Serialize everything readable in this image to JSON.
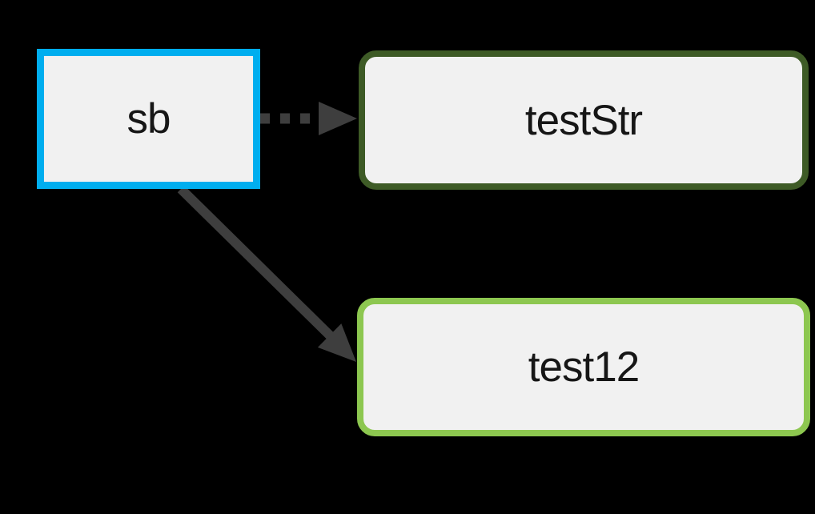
{
  "diagram": {
    "type": "graph",
    "background_color": "#000000",
    "node_fill_color": "#F1F1F1",
    "label_color": "#161616",
    "nodes": [
      {
        "id": "sb",
        "label": "sb",
        "shape": "rectangle",
        "border_color": "#00AEEF",
        "highlighted": true
      },
      {
        "id": "testStr",
        "label": "testStr",
        "shape": "rounded-rectangle",
        "border_color": "#3E5B26",
        "highlighted": false
      },
      {
        "id": "test12",
        "label": "test12",
        "shape": "rounded-rectangle",
        "border_color": "#8DC750",
        "highlighted": false
      }
    ],
    "edges": [
      {
        "from": "sb",
        "to": "testStr",
        "line_style": "dashed",
        "arrowhead": "filled-triangle",
        "color": "#3E3E3E"
      },
      {
        "from": "sb",
        "to": "test12",
        "line_style": "solid",
        "arrowhead": "filled-triangle",
        "color": "#3E3E3E"
      }
    ]
  }
}
